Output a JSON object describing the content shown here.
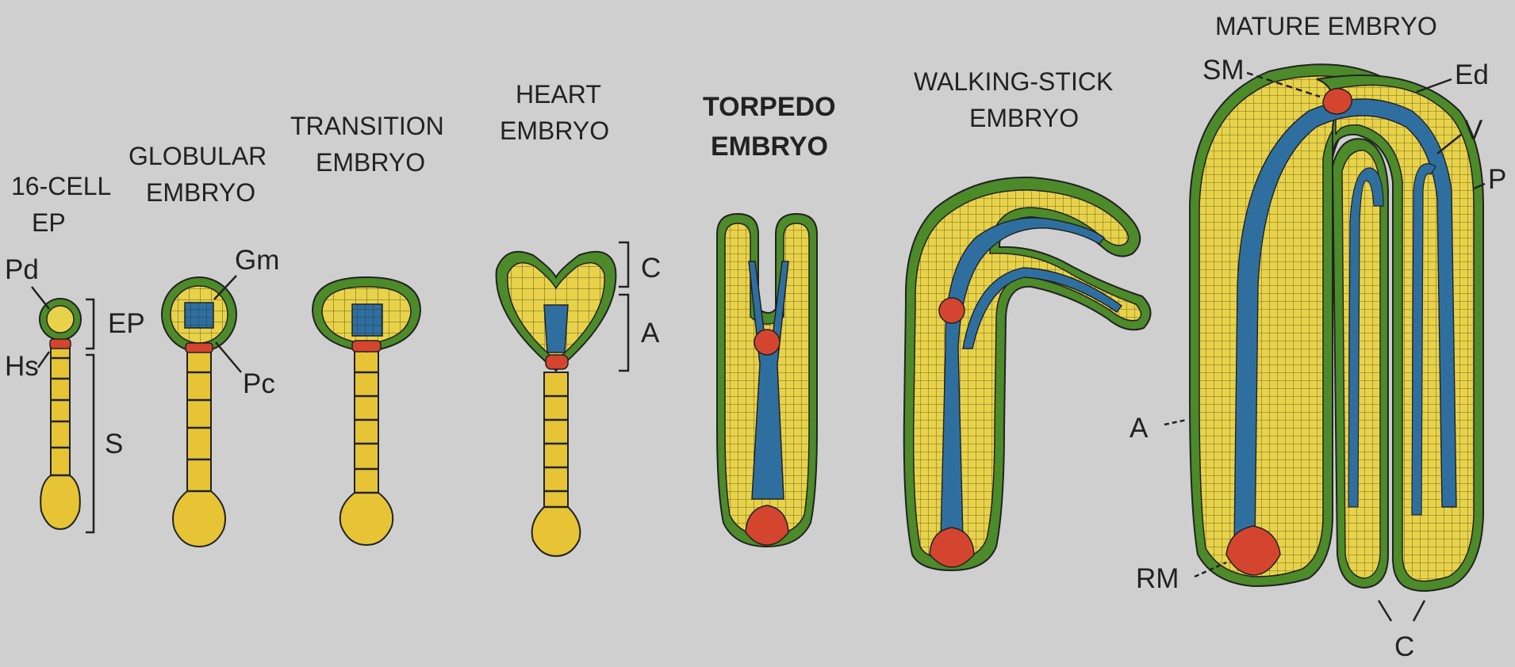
{
  "colors": {
    "background": "#cfcfcf",
    "protoderm": "#4c8a2a",
    "ground_meristem": "#e8d24a",
    "procambium": "#2f6fa0",
    "hypophysis": "#d4452f",
    "suspensor": "#e6c436"
  },
  "stages": {
    "s1": {
      "title_line1": "16-CELL",
      "title_line2": "EP"
    },
    "s2": {
      "title_line1": "GLOBULAR",
      "title_line2": "EMBRYO"
    },
    "s3": {
      "title_line1": "TRANSITION",
      "title_line2": "EMBRYO"
    },
    "s4": {
      "title_line1": "HEART",
      "title_line2": "EMBRYO"
    },
    "s5": {
      "title_line1": "TORPEDO",
      "title_line2": "EMBRYO"
    },
    "s6": {
      "title_line1": "WALKING-STICK",
      "title_line2": "EMBRYO"
    },
    "s7": {
      "title_line1": "MATURE EMBRYO"
    }
  },
  "labels": {
    "pd": "Pd",
    "ep": "EP",
    "hs": "Hs",
    "s": "S",
    "gm": "Gm",
    "pc": "Pc",
    "c_heart": "C",
    "a_heart": "A",
    "sm": "SM",
    "ed": "Ed",
    "v": "V",
    "p": "P",
    "a_mature": "A",
    "rm": "RM",
    "c_mature": "C"
  }
}
